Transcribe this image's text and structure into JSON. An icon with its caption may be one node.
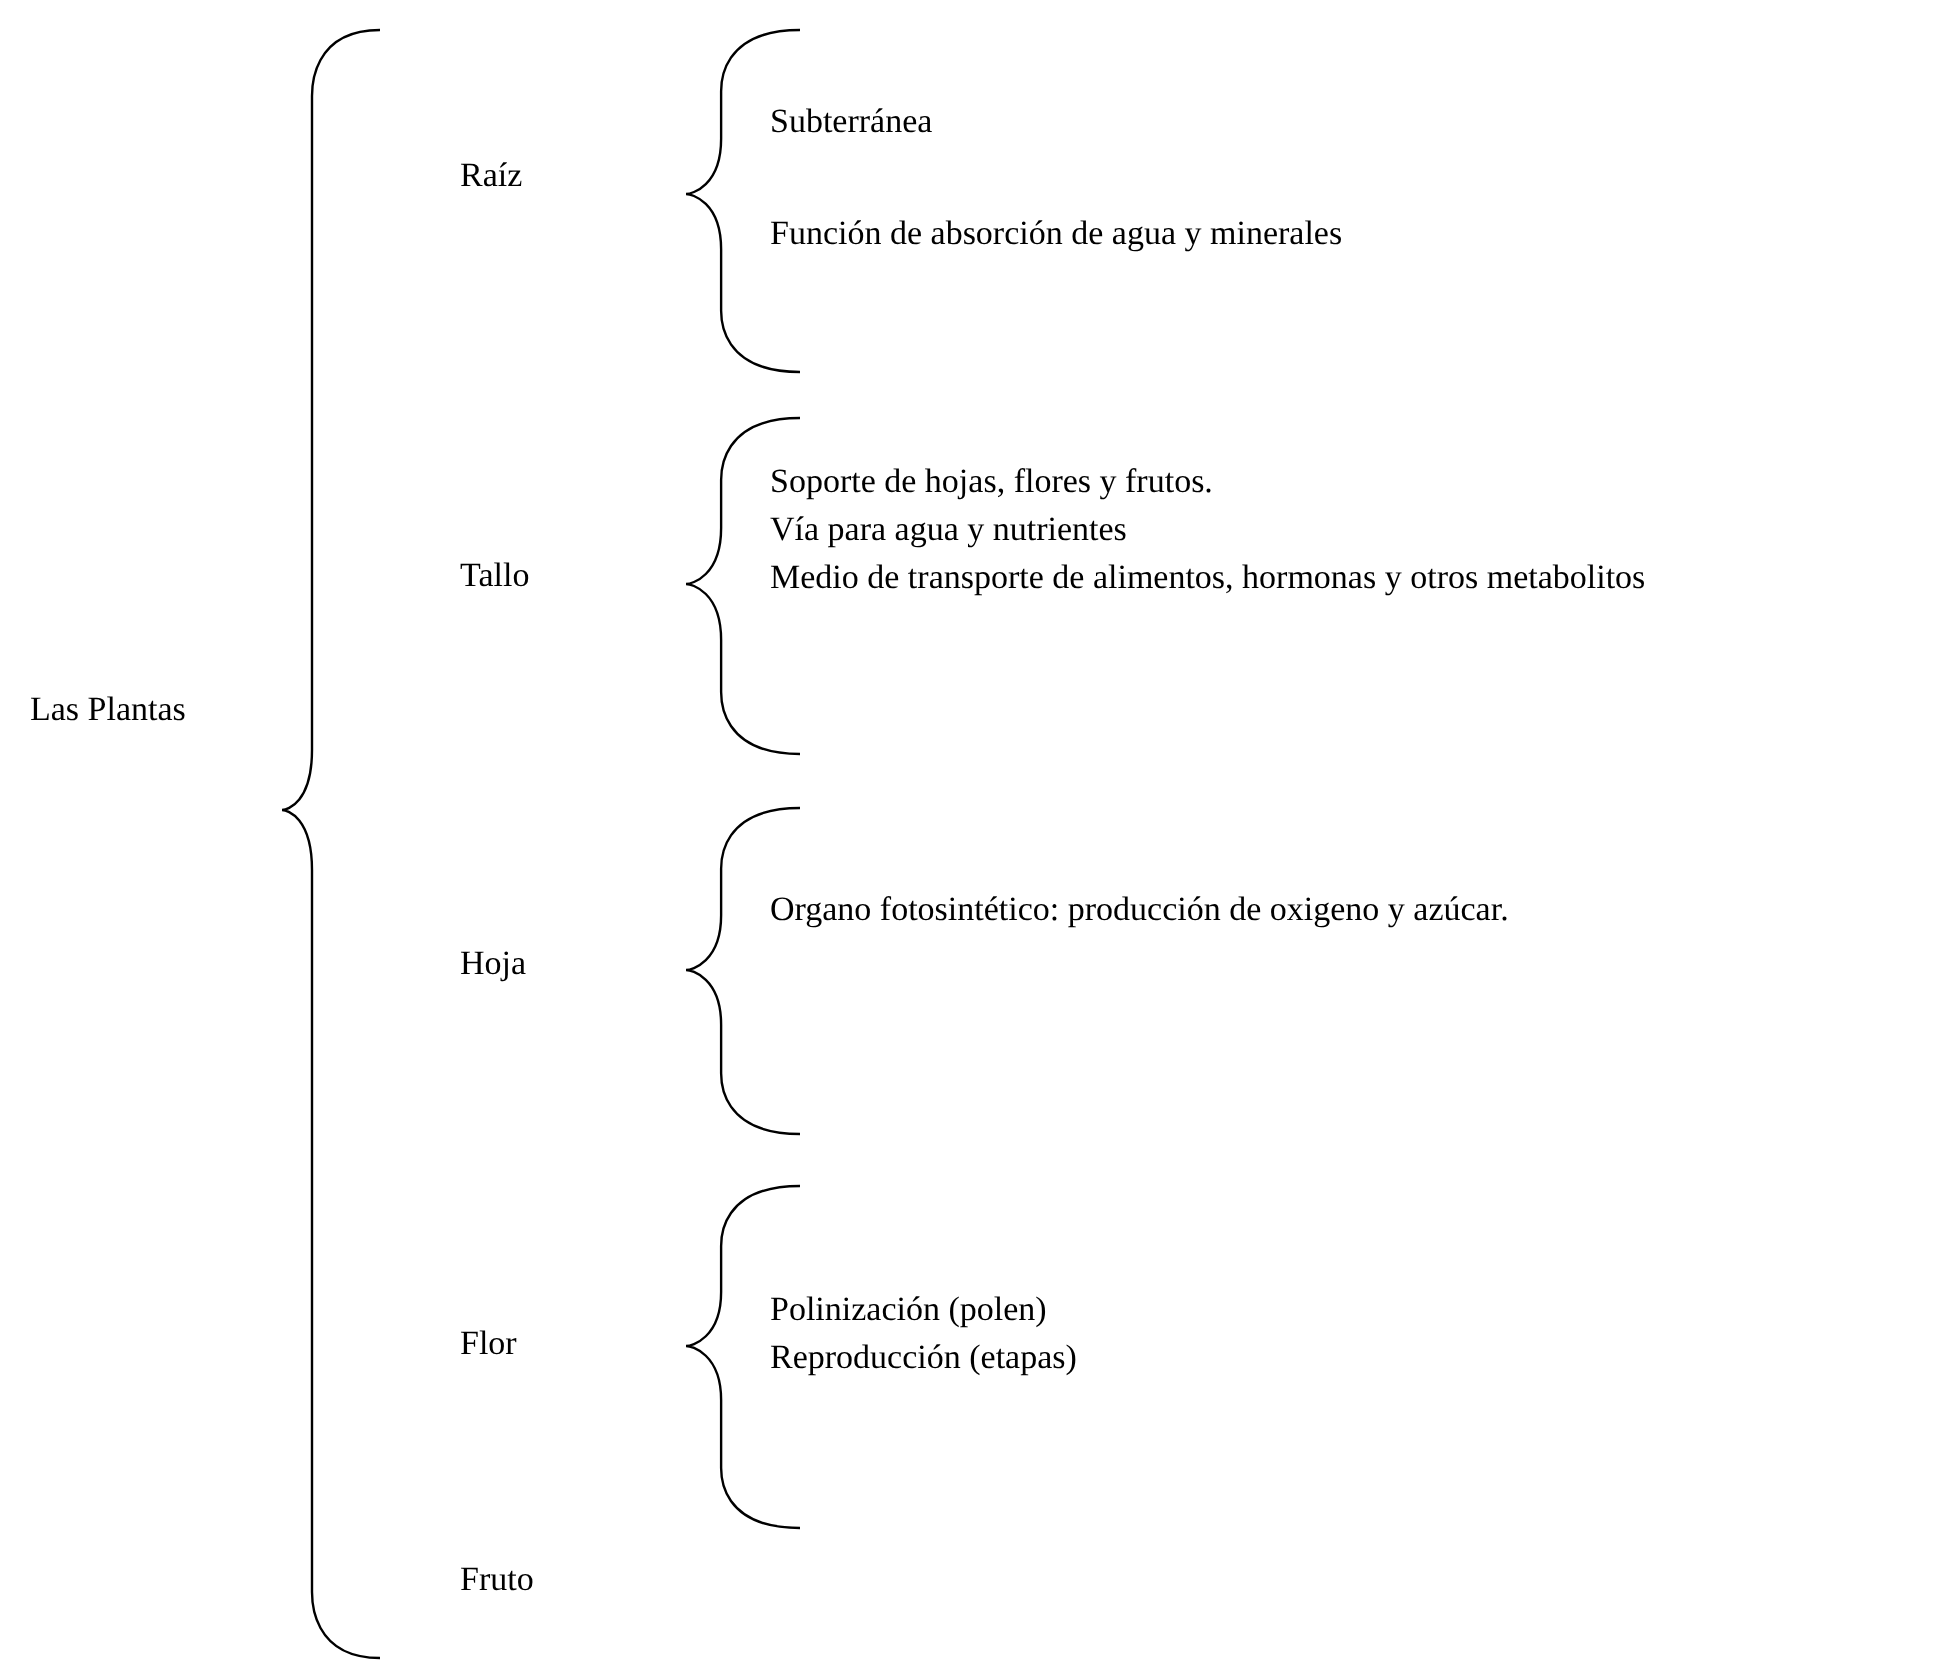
{
  "diagram": {
    "labels": [
      "Las Plantas",
      "Raíz",
      "Subterránea",
      "Función de absorción de agua y minerales",
      "Tallo",
      "Soporte de hojas, flores y frutos.",
      "Vía para agua y nutrientes",
      "Medio de transporte de alimentos, hormonas y otros metabolitos",
      "Hoja",
      "Organo fotosintético: producción de oxigeno y azúcar.",
      "Flor",
      "Polinización (polen)",
      "Reproducción (etapas)",
      "Fruto"
    ]
  }
}
